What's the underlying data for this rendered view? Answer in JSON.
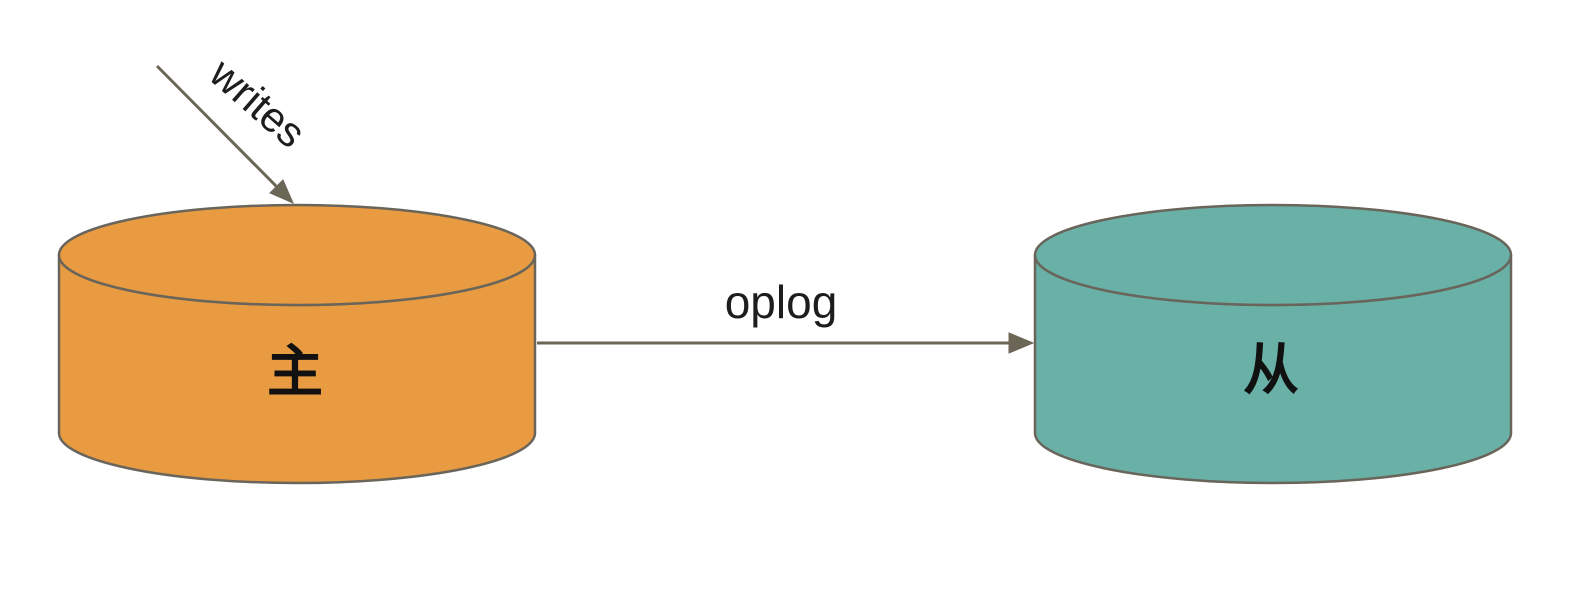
{
  "diagram": {
    "background_color": "#FFFFFF",
    "text_color": "#1D1D1D",
    "nodes": [
      {
        "id": "master",
        "label": "主",
        "shape": "database-cylinder",
        "fill": "#E99B41",
        "stroke": "#6A655B"
      },
      {
        "id": "slave",
        "label": "从",
        "shape": "database-cylinder",
        "fill": "#69B1A7",
        "stroke": "#6A655B"
      }
    ],
    "edges": [
      {
        "id": "writes",
        "label": "writes",
        "from": "external",
        "to": "master",
        "color": "#6C6656"
      },
      {
        "id": "oplog",
        "label": "oplog",
        "from": "master",
        "to": "slave",
        "color": "#6C6656"
      }
    ]
  }
}
